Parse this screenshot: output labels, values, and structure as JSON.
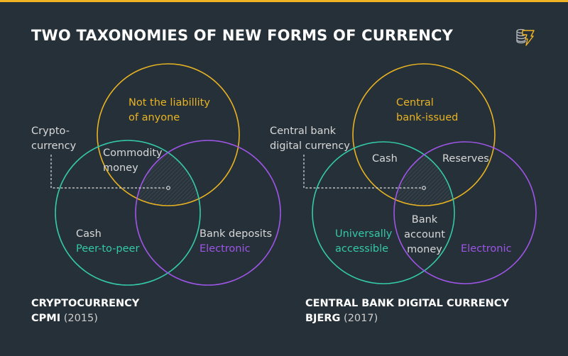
{
  "title": "TWO TAXONOMIES OF NEW FORMS OF CURRENCY",
  "colors": {
    "accent": "#f0b323",
    "yellow": "#e8b322",
    "teal": "#34c9a9",
    "purple": "#9d55e6",
    "background": "#263038"
  },
  "left": {
    "pointer_label": [
      "Crypto-",
      "currency"
    ],
    "yellow": [
      "Not the liabillity",
      "of anyone"
    ],
    "overlap": [
      "Commodity",
      "money"
    ],
    "teal_a": "Cash",
    "teal_b": "Peer-to-peer",
    "purple_a": "Bank deposits",
    "purple_b": "Electronic",
    "caption_title": "CRYPTOCURRENCY",
    "caption_src": "CPMI",
    "caption_year": "(2015)"
  },
  "right": {
    "pointer_label": [
      "Central bank",
      "digital currency"
    ],
    "yellow": [
      "Central",
      "bank-issued"
    ],
    "cash": "Cash",
    "reserves": "Reserves",
    "center": [
      "Bank",
      "account",
      "money"
    ],
    "teal": [
      "Universally",
      "accessible"
    ],
    "purple": "Electronic",
    "caption_title": "CENTRAL BANK DIGITAL CURRENCY",
    "caption_src": "BJERG",
    "caption_year": "(2017)"
  }
}
